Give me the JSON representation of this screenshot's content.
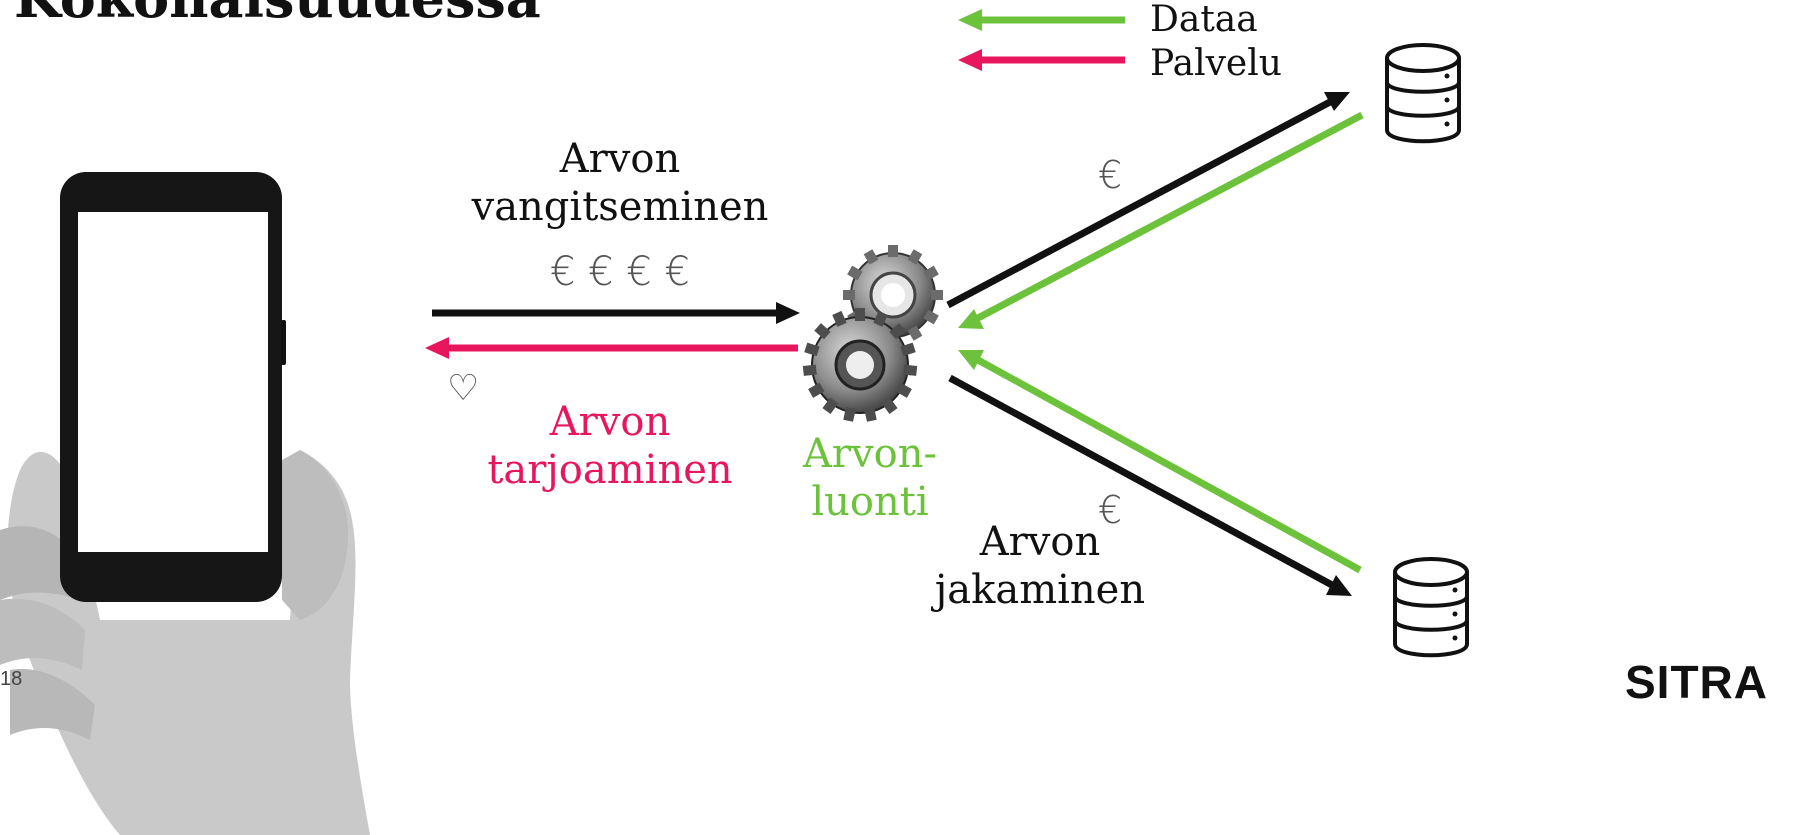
{
  "title_fragment": "Kokonaisuudessa",
  "page_number": "18",
  "legend": {
    "data_label": "Dataa",
    "service_label": "Palvelu",
    "data_color": "#6cc23a",
    "service_color": "#e8175d"
  },
  "capture": {
    "line1": "Arvon",
    "line2": "vangitseminen",
    "currency": "€ € € €"
  },
  "offer": {
    "line1": "Arvon",
    "line2": "tarjoaminen",
    "heart_symbol": "♡",
    "color": "#e8175d"
  },
  "creation": {
    "line1": "Arvon-",
    "line2": "luonti",
    "color": "#6cc23a"
  },
  "sharing": {
    "line1": "Arvon",
    "line2": "jakaminen"
  },
  "euro_upper": "€",
  "euro_lower": "€",
  "logo_text": "SITRA",
  "icons": [
    "phone-in-hand-icon",
    "gears-icon",
    "database-icon",
    "database-icon"
  ]
}
